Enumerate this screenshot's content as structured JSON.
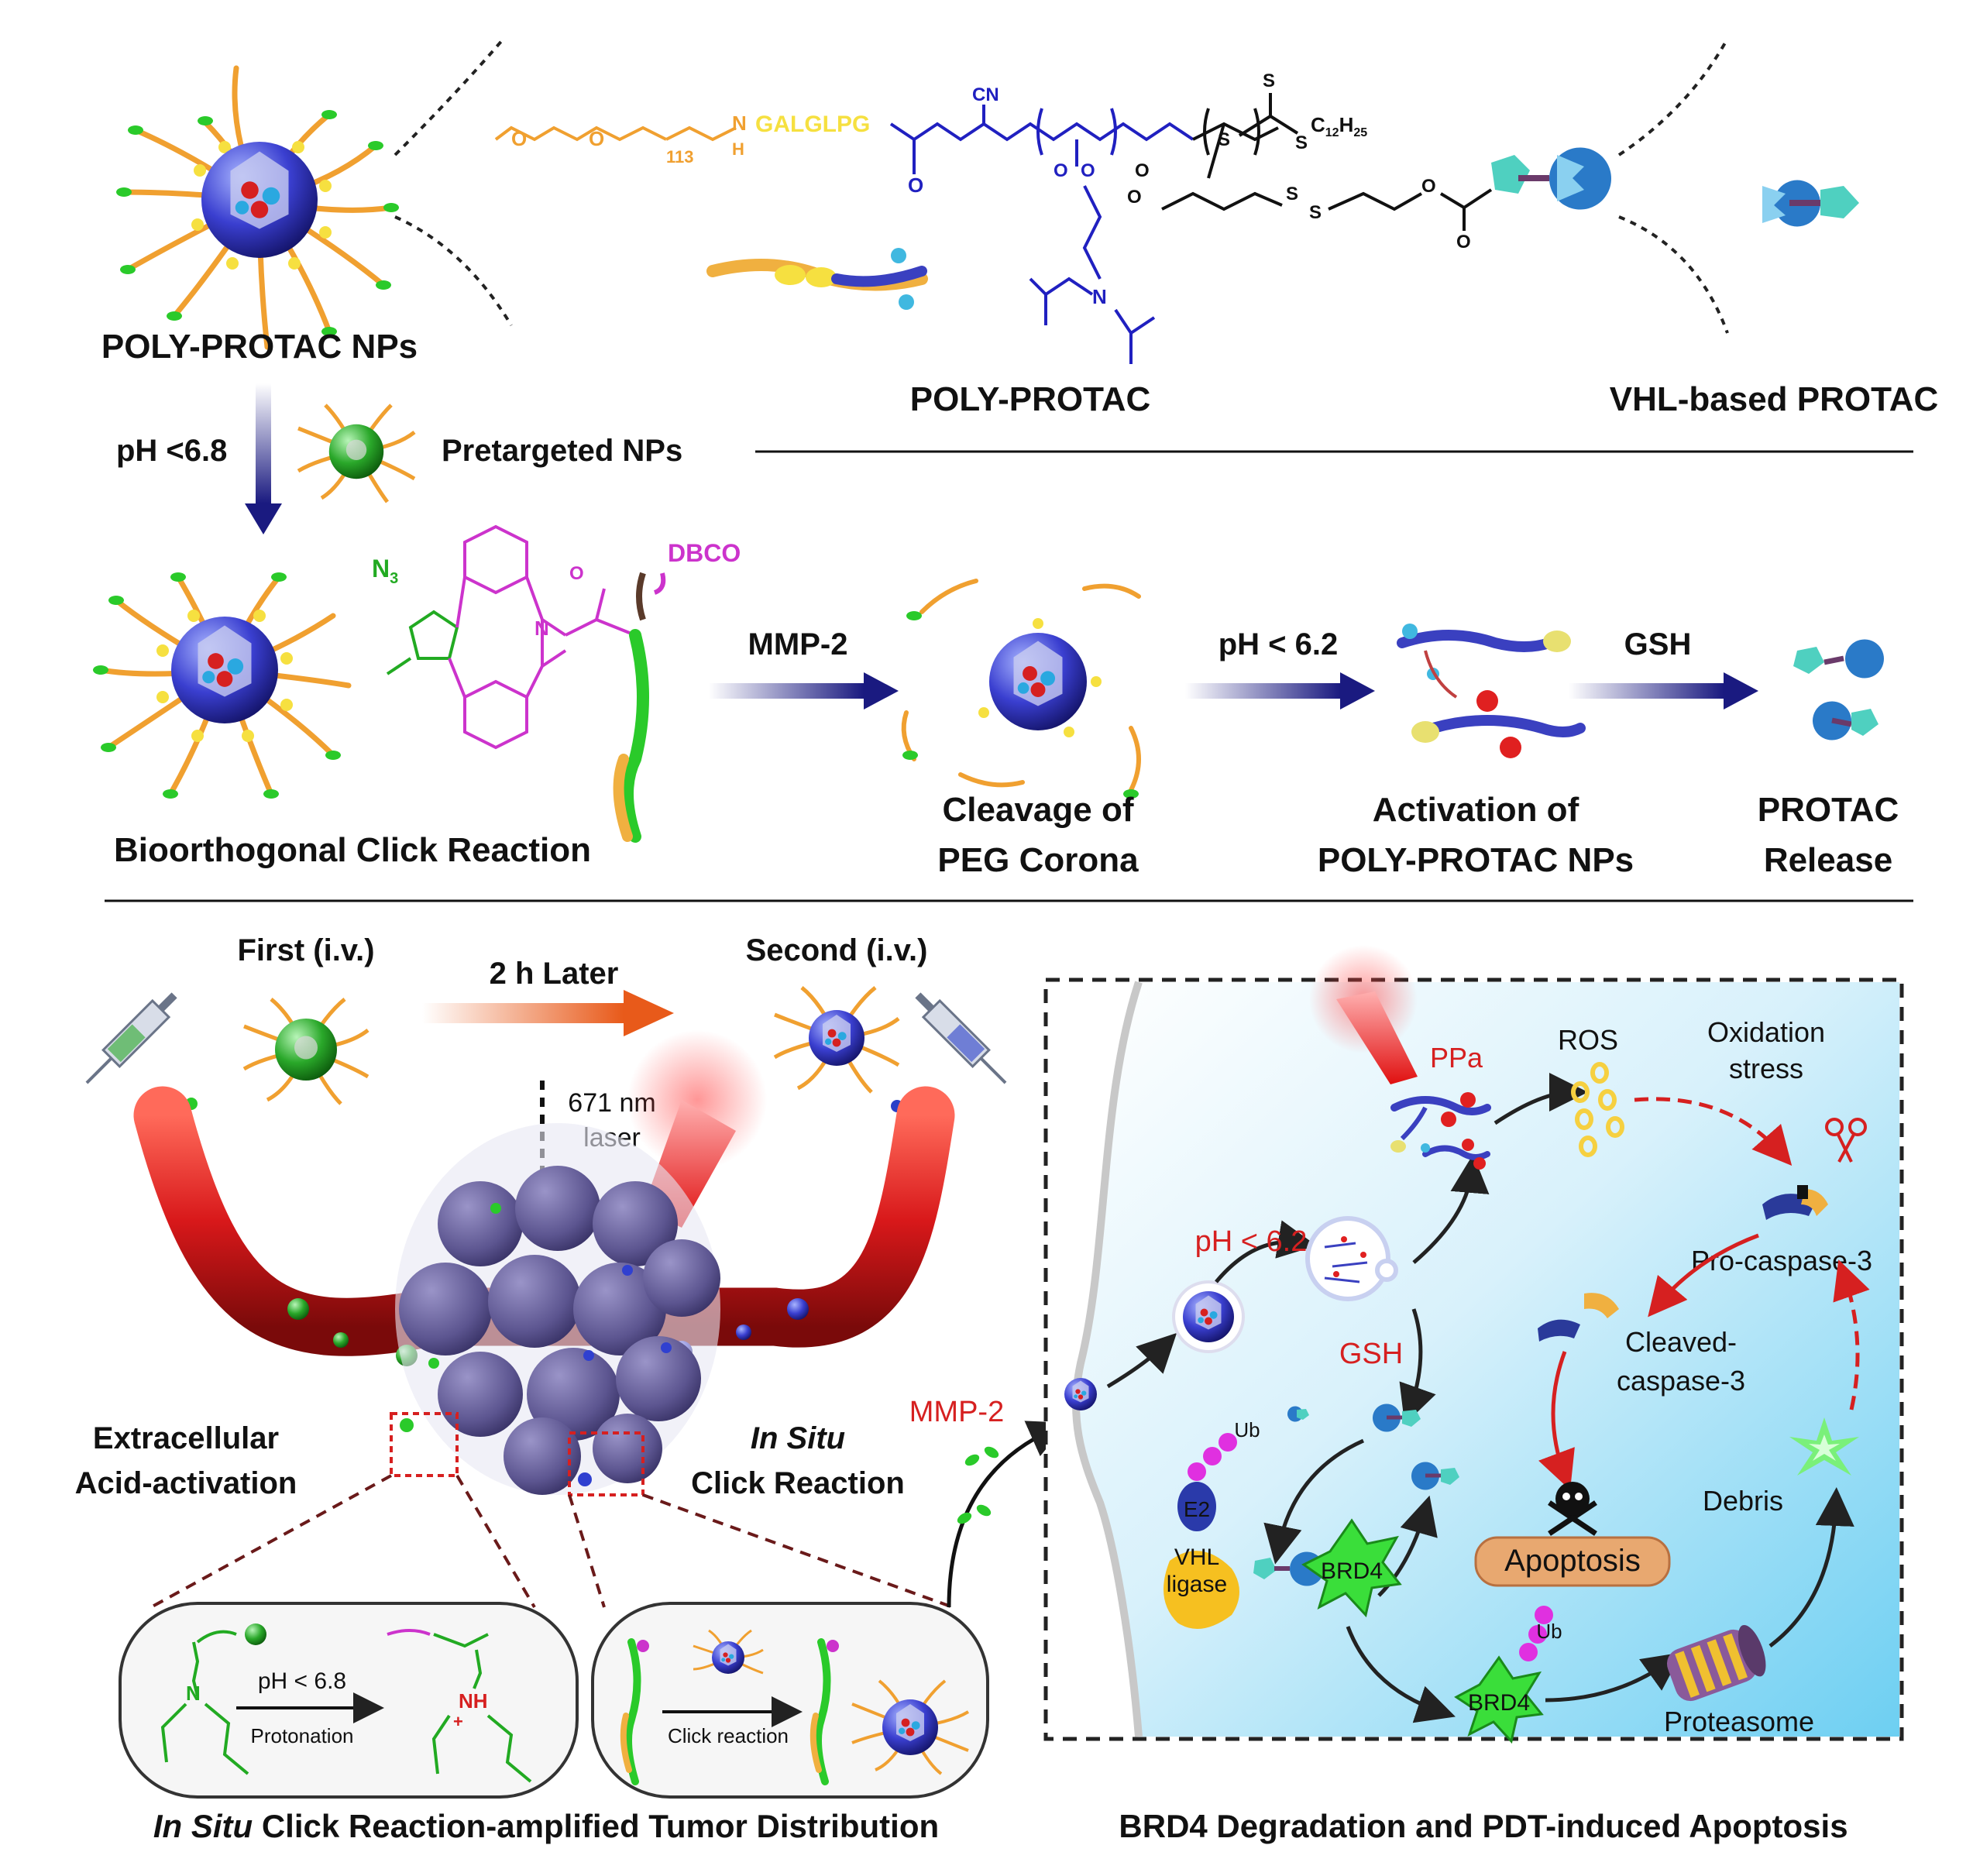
{
  "colors": {
    "peg": "#f0a030",
    "polymer_blue": "#2020c0",
    "dbco_magenta": "#cc33cc",
    "azide_green": "#22aa22",
    "vessel_red": "#d8181a",
    "cell_bg": "#bfe6f7",
    "arrow_navy": "#1a1a80",
    "alert_red": "#d62020"
  },
  "icons": {
    "nanoparticle": "blue-sphere-icon",
    "pretargeted_np": "green-sphere-icon",
    "syringe": "syringe-icon",
    "laser": "laser-beam-icon",
    "skull": "skull-crossbones-icon",
    "scissors": "scissors-icon",
    "proteasome": "proteasome-barrel-icon"
  },
  "top": {
    "np_label": "POLY-PROTAC NPs",
    "polymer_label": "POLY-PROTAC",
    "vhl_label": "VHL-based PROTAC",
    "chem": {
      "peptide": "GALGLPG",
      "peg_repeat": "113",
      "amine": "H",
      "nitrogen": "N",
      "cn": "CN",
      "sulfur": "S",
      "dodecyl": "C",
      "dodecyl_sub1": "12",
      "dodecyl_mid": "H",
      "dodecyl_sub2": "25",
      "oxygen": "O"
    }
  },
  "pretarget": {
    "ph": "pH <6.8",
    "label": "Pretargeted NPs"
  },
  "middle": {
    "n3": "N",
    "n3_sub": "3",
    "dbco": "DBCO",
    "click_label": "Bioorthogonal Click Reaction",
    "step1": "MMP-2",
    "step2": "pH < 6.2",
    "step3": "GSH",
    "cleavage_l1": "Cleavage of",
    "cleavage_l2": "PEG Corona",
    "activation_l1": "Activation of",
    "activation_l2": "POLY-PROTAC NPs",
    "release_l1": "PROTAC",
    "release_l2": "Release"
  },
  "bottom_left": {
    "first": "First (i.v.)",
    "later": "2 h Later",
    "second": "Second (i.v.)",
    "laser_l1": "671 nm",
    "laser_l2": "laser",
    "extracellular_l1": "Extracellular",
    "extracellular_l2": "Acid-activation",
    "insitu_italic": "In Situ",
    "insitu_rest": "Click Reaction",
    "mmp2": "MMP-2",
    "inset1_ph": "pH < 6.8",
    "inset1_caption": "Protonation",
    "inset1_n": "N",
    "inset1_nh": "NH",
    "inset1_plus": "+",
    "inset2_caption": "Click reaction",
    "caption_italic": "In Situ",
    "caption_rest": " Click Reaction-amplified Tumor Distribution"
  },
  "cell": {
    "ppa": "PPa",
    "ros": "ROS",
    "oxidation_l1": "Oxidation",
    "oxidation_l2": "stress",
    "ph62": "pH < 6.2",
    "gsh": "GSH",
    "procaspase": "Pro-caspase-3",
    "cleaved_l1": "Cleaved-",
    "cleaved_l2": "caspase-3",
    "ub1": "Ub",
    "ub2": "Ub",
    "e2": "E2",
    "vhl_l1": "VHL",
    "vhl_l2": "ligase",
    "brd4a": "BRD4",
    "brd4b": "BRD4",
    "apoptosis": "Apoptosis",
    "debris": "Debris",
    "proteasome": "Proteasome",
    "caption": "BRD4 Degradation and PDT-induced Apoptosis"
  }
}
